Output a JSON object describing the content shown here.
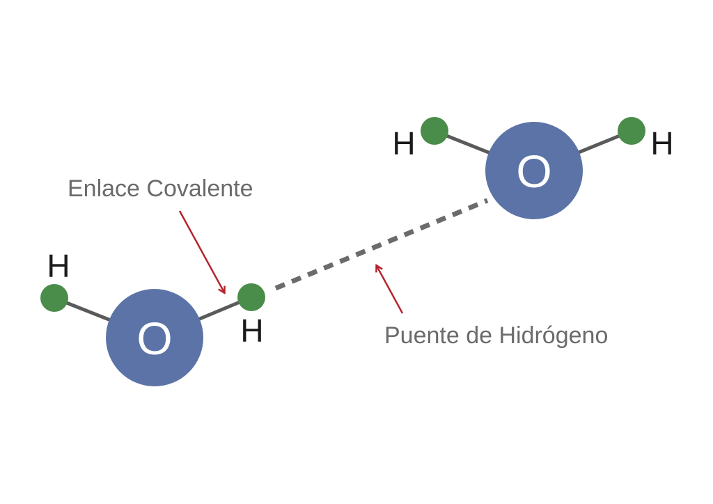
{
  "colors": {
    "oxygen": "#5b73a6",
    "hydrogen": "#4a8c4a",
    "bond": "#5a5a5a",
    "hydrogen_bond": "#6b6b6b",
    "arrow": "#b5252e",
    "caption": "#6b6b6b",
    "label": "#1a1a1a"
  },
  "molecule_left": {
    "oxygen_label": "O",
    "h1_label": "H",
    "h2_label": "H"
  },
  "molecule_right": {
    "oxygen_label": "O",
    "h1_label": "H",
    "h2_label": "H"
  },
  "annotations": {
    "covalent_bond": "Enlace Covalente",
    "hydrogen_bond": "Puente de Hidrógeno"
  }
}
